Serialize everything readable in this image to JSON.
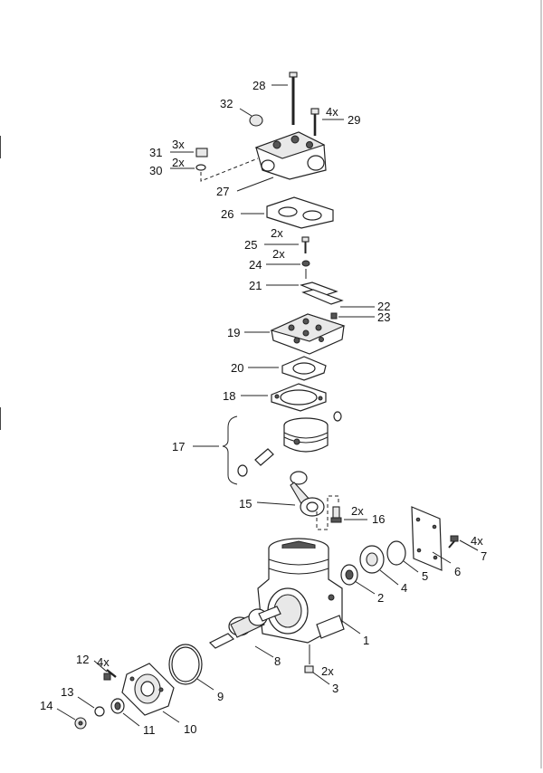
{
  "diagram": {
    "labels": {
      "p1": "1",
      "p2": "2",
      "p3": "3",
      "p4": "4",
      "p5": "5",
      "p6": "6",
      "p7": "7",
      "p8": "8",
      "p9": "9",
      "p10": "10",
      "p11": "11",
      "p12": "12",
      "p13": "13",
      "p14": "14",
      "p15": "15",
      "p16": "16",
      "p17": "17",
      "p18": "18",
      "p19": "19",
      "p20": "20",
      "p21": "21",
      "p22": "22",
      "p23": "23",
      "p24": "24",
      "p25": "25",
      "p26": "26",
      "p27": "27",
      "p28": "28",
      "p29": "29",
      "p30": "30",
      "p31": "31",
      "p32": "32"
    },
    "quantities": {
      "q3": "2x",
      "q7": "4x",
      "q12": "4x",
      "q16": "2x",
      "q24": "2x",
      "q25": "2x",
      "q29": "4x",
      "q30": "2x",
      "q31": "3x"
    }
  }
}
